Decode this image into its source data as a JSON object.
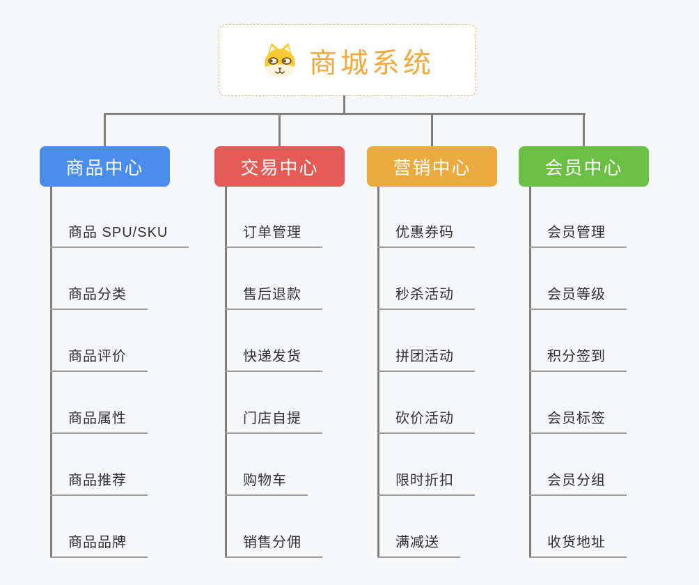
{
  "background_color": "#f6f7f8",
  "connector_color": "#7d7d7d",
  "root": {
    "label": "商城系统",
    "icon": "shiba-dog-icon",
    "text_color": "#f2a93d",
    "border_color": "#eeb568"
  },
  "branches": [
    {
      "id": "product-center",
      "label": "商品中心",
      "color": "#4a8ceb",
      "children": [
        "商品 SPU/SKU",
        "商品分类",
        "商品评价",
        "商品属性",
        "商品推荐",
        "商品品牌"
      ]
    },
    {
      "id": "trade-center",
      "label": "交易中心",
      "color": "#e45b55",
      "children": [
        "订单管理",
        "售后退款",
        "快递发货",
        "门店自提",
        "购物车",
        "销售分佣"
      ]
    },
    {
      "id": "marketing-center",
      "label": "营销中心",
      "color": "#ecaa3e",
      "children": [
        "优惠券码",
        "秒杀活动",
        "拼团活动",
        "砍价活动",
        "限时折扣",
        "满减送"
      ]
    },
    {
      "id": "member-center",
      "label": "会员中心",
      "color": "#6cbf45",
      "children": [
        "会员管理",
        "会员等级",
        "积分签到",
        "会员标签",
        "会员分组",
        "收货地址"
      ]
    }
  ]
}
